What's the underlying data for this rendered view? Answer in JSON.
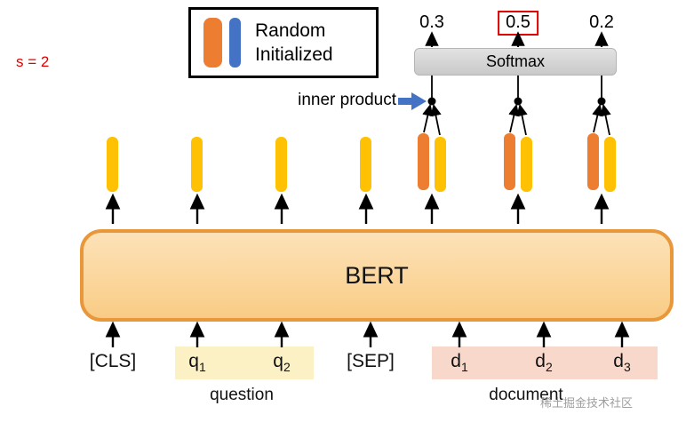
{
  "annotations": {
    "s_label": "s = 2",
    "inner_product_label": "inner product",
    "watermark": "稀土掘金技术社区"
  },
  "legend": {
    "line1": "Random",
    "line2": "Initialized"
  },
  "scores": [
    {
      "value": "0.3"
    },
    {
      "value": "0.5"
    },
    {
      "value": "0.2"
    }
  ],
  "softmax_label": "Softmax",
  "bert_label": "BERT",
  "tokens": [
    {
      "base": "[CLS]",
      "sub": ""
    },
    {
      "base": "q",
      "sub": "1"
    },
    {
      "base": "q",
      "sub": "2"
    },
    {
      "base": "[SEP]",
      "sub": ""
    },
    {
      "base": "d",
      "sub": "1"
    },
    {
      "base": "d",
      "sub": "2"
    },
    {
      "base": "d",
      "sub": "3"
    }
  ],
  "group_labels": {
    "question": "question",
    "document": "document"
  },
  "colors": {
    "orange_bar": "#ED7D31",
    "yellow_bar": "#FFC104",
    "blue_bar": "#4472C4",
    "bert_fill": "#FBD49B",
    "bert_border": "#E8983A",
    "softmax_bg": "#D6D6D6",
    "question_highlight": "#FCF1C5",
    "document_highlight": "#F9D8CC",
    "accent_red": "#E00000"
  }
}
